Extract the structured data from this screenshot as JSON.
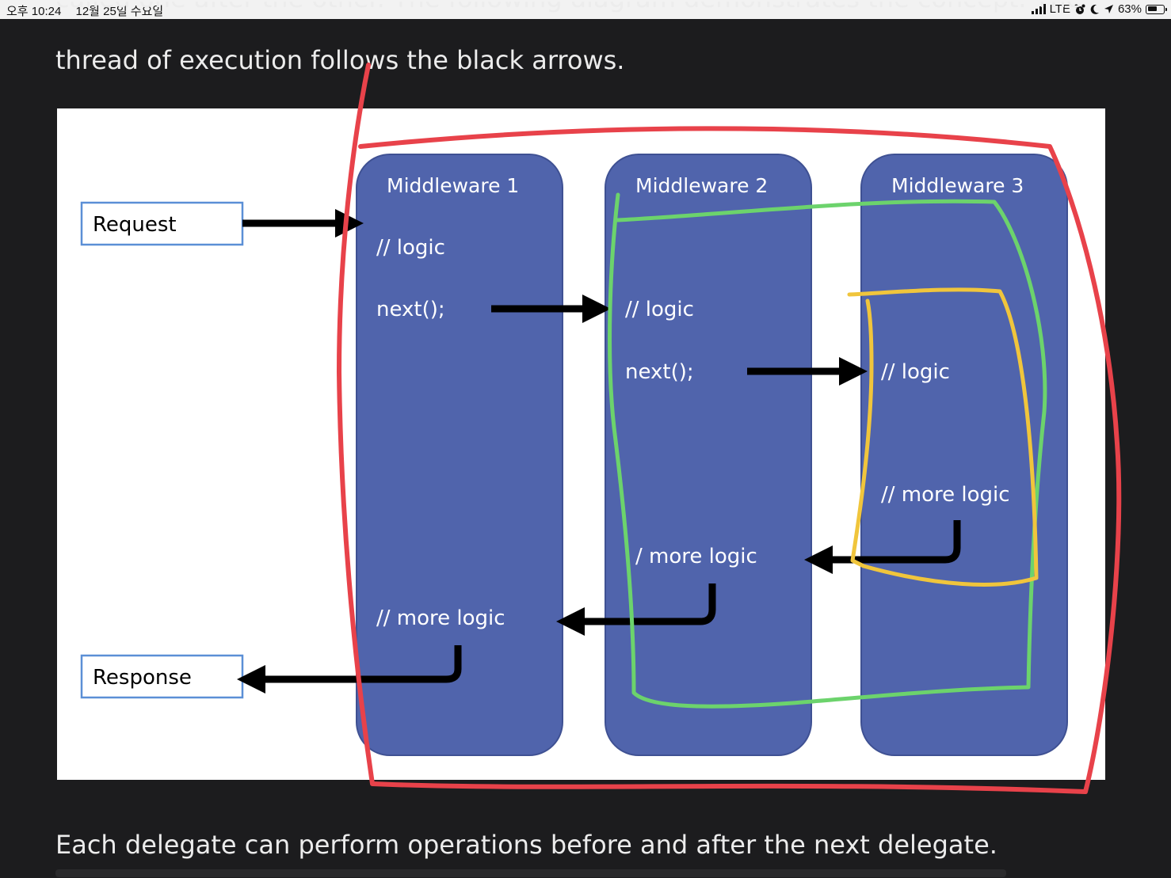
{
  "status_bar": {
    "time": "오후 10:24",
    "date": "12월 25일 수요일",
    "network": "LTE",
    "battery": "63%",
    "battery_level": 0.63,
    "icons": [
      "signal-icon",
      "alarm-icon",
      "moon-icon",
      "location-arrow-icon",
      "battery-icon"
    ]
  },
  "article": {
    "clipped_top_line": "called one after the other. The following diagram demonstrates the concept. The",
    "intro_line": "thread of execution follows the black arrows.",
    "closing_line": "Each delegate can perform operations before and after the next delegate."
  },
  "diagram": {
    "request_label": "Request",
    "response_label": "Response",
    "middlewares": [
      {
        "title": "Middleware 1",
        "logic": "// logic",
        "next": "next();",
        "more_logic": "// more logic"
      },
      {
        "title": "Middleware 2",
        "logic": "// logic",
        "next": "next();",
        "more_logic": "/ more logic"
      },
      {
        "title": "Middleware 3",
        "logic": "// logic",
        "more_logic": "// more logic"
      }
    ],
    "colors": {
      "panel": "#5064ac",
      "panel_border": "#3f5193",
      "box_border": "#5b8fd6",
      "arrow": "#000000",
      "annotation_red": "#e8424a",
      "annotation_green": "#6cd36c",
      "annotation_yellow": "#f0c53c",
      "page_background": "#1c1c1e",
      "text": "#ececec"
    }
  }
}
